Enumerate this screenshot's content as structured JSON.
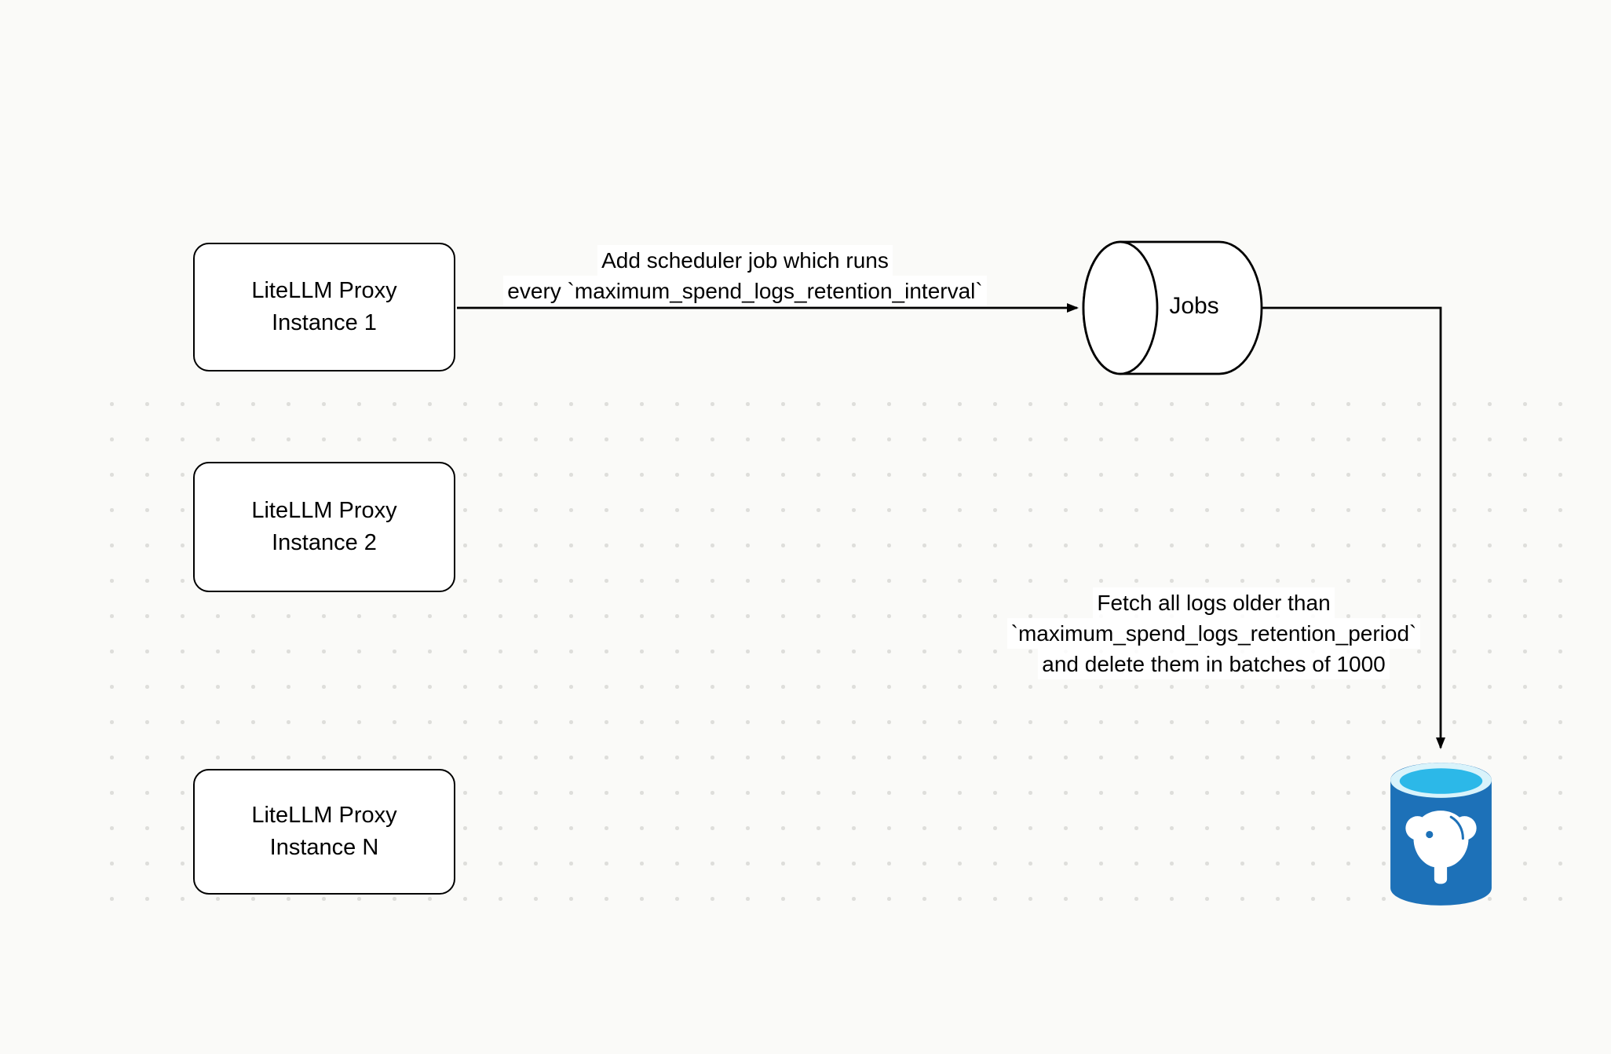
{
  "canvas": {
    "background_color": "#fafaf8",
    "dot_color": "#dededb"
  },
  "nodes": {
    "instance1": {
      "line1": "LiteLLM Proxy",
      "line2": "Instance 1"
    },
    "instance2": {
      "line1": "LiteLLM Proxy",
      "line2": "Instance 2"
    },
    "instanceN": {
      "line1": "LiteLLM Proxy",
      "line2": "Instance N"
    },
    "jobs": {
      "label": "Jobs"
    }
  },
  "annotations": {
    "scheduler_job": {
      "line1": "Add scheduler job which runs",
      "line2": "every `maximum_spend_logs_retention_interval`"
    },
    "fetch_delete": {
      "line1": "Fetch all logs older than",
      "line2": "`maximum_spend_logs_retention_period`",
      "line3": "and delete them in batches of 1000"
    }
  },
  "colors": {
    "stroke": "#000000",
    "node_fill": "#ffffff",
    "postgres_blue": "#1d71b8",
    "postgres_cyan": "#2cb8e8",
    "postgres_rim": "#d9f3fb"
  }
}
